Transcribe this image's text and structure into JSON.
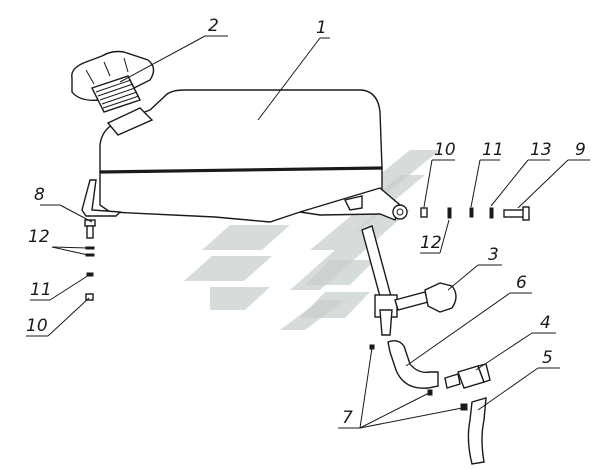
{
  "diagram": {
    "callouts": {
      "c1": "1",
      "c2": "2",
      "c3": "3",
      "c4": "4",
      "c5": "5",
      "c6": "6",
      "c7": "7",
      "c8": "8",
      "c9": "9",
      "c10a": "10",
      "c10b": "10",
      "c11a": "11",
      "c11b": "11",
      "c12a": "12",
      "c12b": "12",
      "c13": "13"
    }
  }
}
